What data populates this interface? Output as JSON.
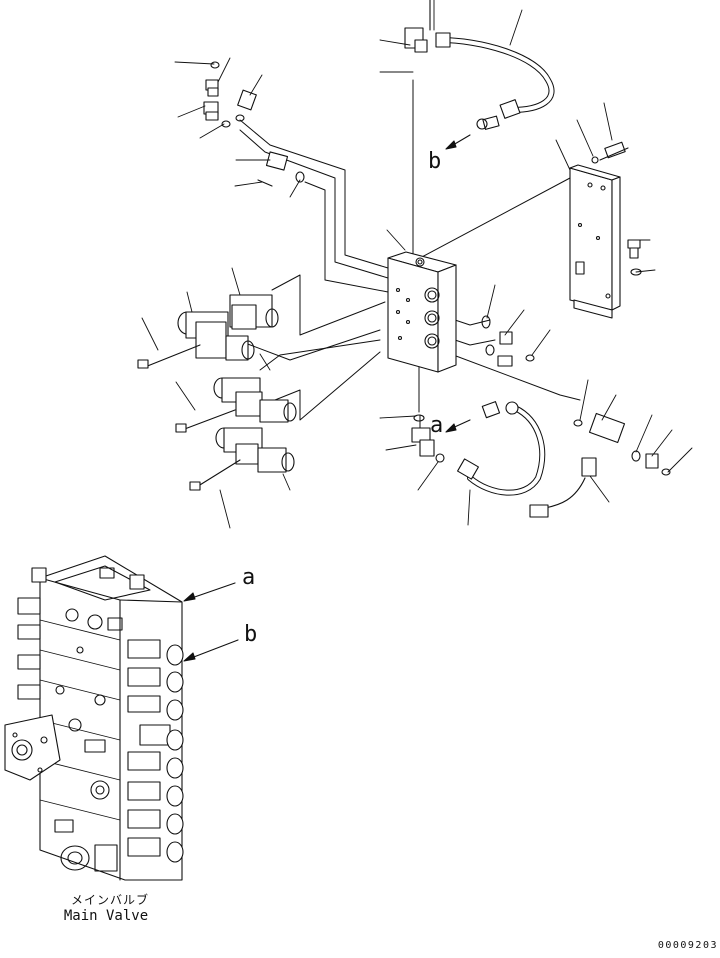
{
  "diagram": {
    "ref_a": "a",
    "ref_b": "b",
    "caption_jp": "メインバルブ",
    "caption_en": "Main Valve",
    "drawing_number": "00009203"
  }
}
